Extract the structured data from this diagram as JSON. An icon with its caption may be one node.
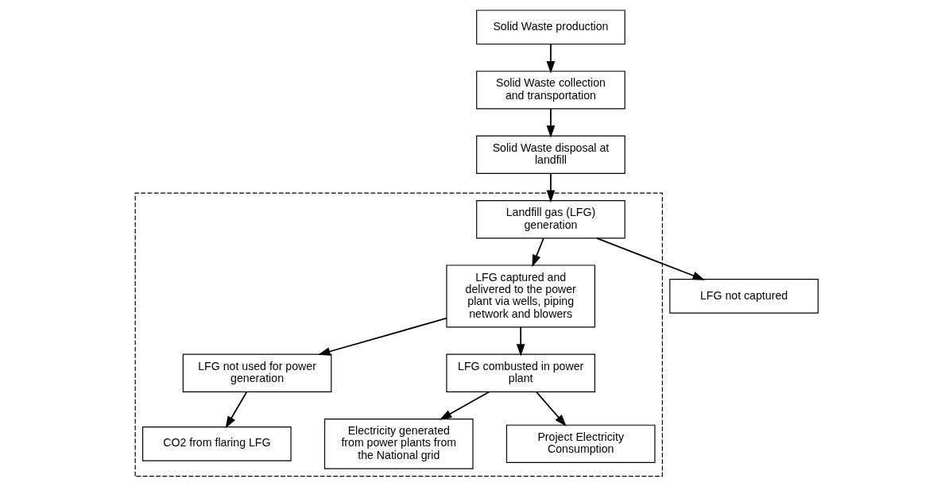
{
  "diagram": {
    "nodes": [
      {
        "text": [
          "Solid Waste production"
        ]
      },
      {
        "text": [
          "Solid Waste collection and transportation"
        ]
      },
      {
        "text": [
          "Solid Waste disposal at landfill"
        ]
      },
      {
        "text": [],
        "shape": "box"
      },
      {
        "text": [
          "Landfill gas (LFG) generation"
        ],
        "in": 3
      },
      {
        "text": [
          "LFG not captured"
        ]
      },
      {
        "text": [
          "LFG captured and delivered to the power plant via wells, piping network and blowers"
        ],
        "in": 3
      },
      {
        "text": [
          "LFG not used for power generation"
        ],
        "in": 3
      },
      {
        "text": [
          "LFG combusted in power plant"
        ],
        "in": 3
      },
      {
        "text": [
          "Electricity generated from power plants from the National grid"
        ],
        "in": 3
      },
      {
        "text": [
          "Project Electricity Consumption"
        ],
        "in": 3
      },
      {
        "text": [
          "CO2 from flaring LFG"
        ],
        "in": 3
      }
    ],
    "edges": [
      {
        "from": 0,
        "to": 1,
        "arrow": "to"
      },
      {
        "from": 1,
        "to": 2,
        "arrow": "to"
      },
      {
        "from": 2,
        "to": 4,
        "arrow": "to"
      },
      {
        "from": 4,
        "to": 5,
        "arrow": "to"
      },
      {
        "from": 4,
        "to": 6,
        "arrow": "to"
      },
      {
        "from": 6,
        "to": 7,
        "arrow": "to"
      },
      {
        "from": 6,
        "to": 8,
        "arrow": "to"
      },
      {
        "from": 8,
        "to": 9,
        "arrow": "to"
      },
      {
        "from": 8,
        "to": 10,
        "arrow": "to"
      },
      {
        "from": 7,
        "to": 11,
        "arrow": "to"
      }
    ]
  }
}
